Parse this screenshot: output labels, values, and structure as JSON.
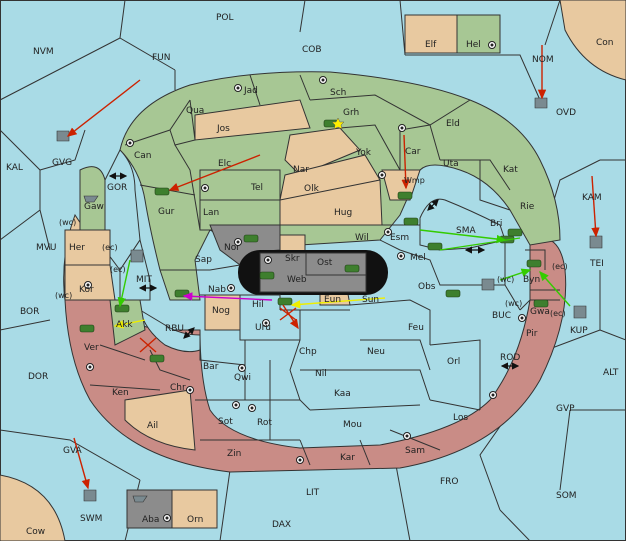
{
  "colors": {
    "water": "#a9dbe6",
    "green_power": "#a7c794",
    "tan_power": "#e8c9a0",
    "red_power": "#c98c86",
    "grey_power": "#8c8c8c",
    "unit_green": "#3e7f2e",
    "arrow_red": "#cc2200",
    "arrow_green": "#33cc00",
    "arrow_yellow": "#eeee00",
    "arrow_magenta": "#cc00cc"
  },
  "labels": {
    "pol": "POL",
    "nvm": "NVM",
    "fun": "FUN",
    "cob": "COB",
    "nom": "NOM",
    "ovd": "OVD",
    "con": "Con",
    "elf": "Elf",
    "hel": "Hel",
    "kal": "KAL",
    "gvg": "GVG",
    "gor": "GOR",
    "jad": "Jad",
    "sch": "Sch",
    "qua": "Qua",
    "jos": "Jos",
    "grh": "Grh",
    "eld": "Eld",
    "can": "Can",
    "yok": "Yok",
    "car": "Car",
    "uta": "Uta",
    "kat": "Kat",
    "kam": "KAM",
    "elc": "Elc",
    "nar": "Nar",
    "tel": "Tel",
    "olk": "Olk",
    "wmp": "Wmp",
    "gaw": "Gaw",
    "gur": "Gur",
    "lan": "Lan",
    "hug": "Hug",
    "rie": "Rie",
    "bri": "Bri",
    "sma": "SMA",
    "wc1": "(wc)",
    "her": "Her",
    "ec1": "(ec)",
    "mvu": "MVU",
    "wil": "Wil",
    "esm": "Esm",
    "nor": "Nor",
    "skr": "Skr",
    "tei": "TEI",
    "sap": "Sap",
    "ost": "Ost",
    "mel": "Mel",
    "byn": "Byn",
    "ec2": "(ec)",
    "ec3": "(ec)",
    "mit": "MIT",
    "kor": "Kor",
    "web": "Web",
    "wc2": "(wc)",
    "obs": "Obs",
    "wc3": "(wc)",
    "nab": "Nab",
    "wc4": "(wc)",
    "bor": "BOR",
    "hil": "Hil",
    "eun": "Eun",
    "sun": "Sun",
    "gwa": "Gwa",
    "ec4": "(ec)",
    "kup": "KUP",
    "buc": "BUC",
    "akk": "Akk",
    "rbu": "RBU",
    "nog": "Nog",
    "uru": "Uru",
    "feu": "Feu",
    "pir": "Pir",
    "ver": "Ver",
    "chp": "Chp",
    "neu": "Neu",
    "orl": "Orl",
    "rod": "ROD",
    "dor": "DOR",
    "bar": "Bar",
    "nil": "Nil",
    "alt": "ALT",
    "qwi": "Qwi",
    "ken": "Ken",
    "chr": "Chr",
    "kaa": "Kaa",
    "gvp": "GVP",
    "los": "Los",
    "sot": "Sot",
    "rot": "Rot",
    "ail": "Ail",
    "mou": "Mou",
    "sam": "Sam",
    "zin": "Zin",
    "kar": "Kar",
    "gva": "GVA",
    "fro": "FRO",
    "lit": "LIT",
    "som": "SOM",
    "swm": "SWM",
    "aba": "Aba",
    "orn": "Orn",
    "cow": "Cow",
    "dax": "DAX"
  }
}
